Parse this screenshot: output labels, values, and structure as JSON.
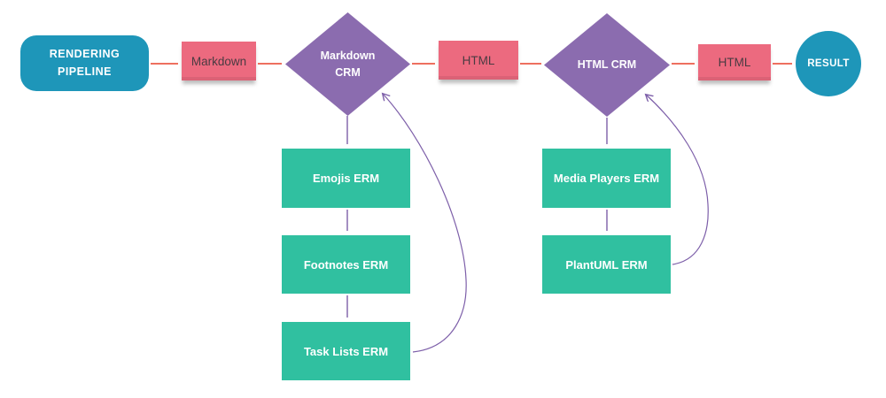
{
  "colors": {
    "teal": "#1e96b9",
    "pink": "#ec6a7f",
    "purple": "#8b6caf",
    "green": "#30c0a0",
    "red_arrow": "#e8402a",
    "purple_arrow": "#7d5fa9",
    "note_text": "#4a3b42",
    "node_text": "#ffffff"
  },
  "nodes": {
    "rendering_pipeline": {
      "label": "RENDERING\nPIPELINE",
      "shape": "rounded-rect"
    },
    "note_markdown": {
      "label": "Markdown",
      "shape": "sticky-note"
    },
    "markdown_crm": {
      "label": "Markdown\nCRM",
      "shape": "diamond"
    },
    "note_html_in": {
      "label": "HTML",
      "shape": "sticky-note"
    },
    "html_crm": {
      "label": "HTML CRM",
      "shape": "diamond"
    },
    "note_html_out": {
      "label": "HTML",
      "shape": "sticky-note"
    },
    "result": {
      "label": "RESULT",
      "shape": "circle"
    },
    "emojis_erm": {
      "label": "Emojis ERM",
      "shape": "rect"
    },
    "footnotes_erm": {
      "label": "Footnotes ERM",
      "shape": "rect"
    },
    "task_lists_erm": {
      "label": "Task Lists ERM",
      "shape": "rect"
    },
    "media_players_erm": {
      "label": "Media Players ERM",
      "shape": "rect"
    },
    "plantuml_erm": {
      "label": "PlantUML ERM",
      "shape": "rect"
    }
  },
  "edges": [
    {
      "from": "rendering_pipeline",
      "to": "note_markdown",
      "color": "red",
      "style": "straight"
    },
    {
      "from": "note_markdown",
      "to": "markdown_crm",
      "color": "red",
      "style": "straight"
    },
    {
      "from": "markdown_crm",
      "to": "note_html_in",
      "color": "red",
      "style": "straight"
    },
    {
      "from": "note_html_in",
      "to": "html_crm",
      "color": "red",
      "style": "straight"
    },
    {
      "from": "html_crm",
      "to": "note_html_out",
      "color": "red",
      "style": "straight"
    },
    {
      "from": "note_html_out",
      "to": "result",
      "color": "red",
      "style": "straight"
    },
    {
      "from": "markdown_crm",
      "to": "emojis_erm",
      "color": "purple",
      "style": "straight"
    },
    {
      "from": "emojis_erm",
      "to": "footnotes_erm",
      "color": "purple",
      "style": "straight"
    },
    {
      "from": "footnotes_erm",
      "to": "task_lists_erm",
      "color": "purple",
      "style": "straight"
    },
    {
      "from": "task_lists_erm",
      "to": "markdown_crm",
      "color": "purple",
      "style": "curved"
    },
    {
      "from": "html_crm",
      "to": "media_players_erm",
      "color": "purple",
      "style": "straight"
    },
    {
      "from": "media_players_erm",
      "to": "plantuml_erm",
      "color": "purple",
      "style": "straight"
    },
    {
      "from": "plantuml_erm",
      "to": "html_crm",
      "color": "purple",
      "style": "curved"
    }
  ]
}
